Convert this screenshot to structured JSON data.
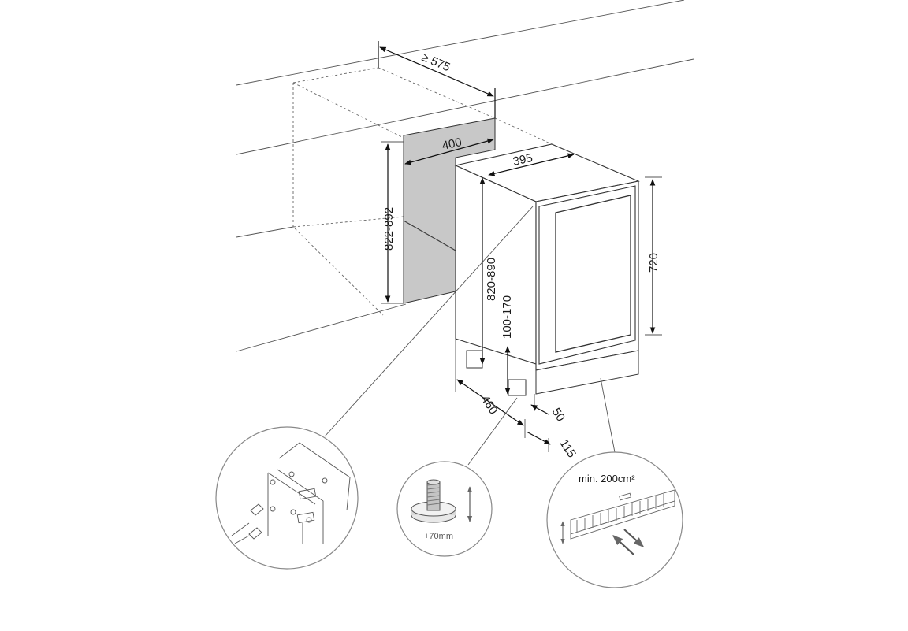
{
  "dimensions": {
    "niche_depth": "≥ 575",
    "niche_width": "400",
    "niche_height": "822-892",
    "appliance_width": "395",
    "appliance_height": "820-890",
    "plinth_height": "100-170",
    "door_height": "720",
    "appliance_depth": "460",
    "plinth_setback": "50",
    "vent_setback": "115"
  },
  "details": {
    "foot_adjust": "+70mm",
    "ventilation": "min. 200cm²"
  }
}
